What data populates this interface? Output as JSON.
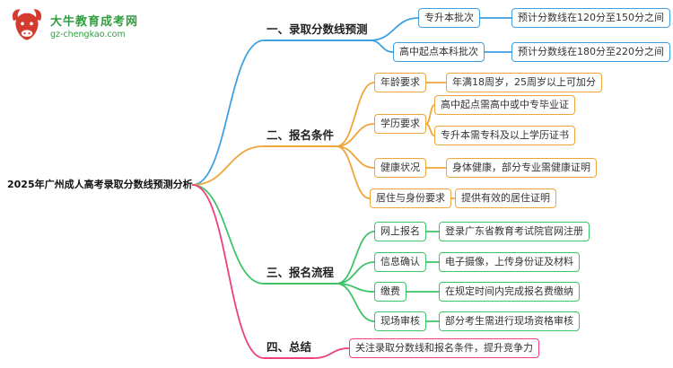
{
  "logo": {
    "site_name": "大牛教育成考网",
    "site_url": "gz-chengkao.com",
    "brand_color": "#d23b2e",
    "text_color": "#2f9e3e"
  },
  "root": {
    "label": "2025年广州成人高考录取分数线预测分析"
  },
  "branches": [
    {
      "label": "一、录取分数线预测",
      "color": "#3f9fe0",
      "children": [
        {
          "label": "专升本批次",
          "details": [
            "预计分数线在120分至150分之间"
          ]
        },
        {
          "label": "高中起点本科批次",
          "details": [
            "预计分数线在180分至220分之间"
          ]
        }
      ]
    },
    {
      "label": "二、报名条件",
      "color": "#efa53a",
      "children": [
        {
          "label": "年龄要求",
          "details": [
            "年满18周岁，25周岁以上可加分"
          ]
        },
        {
          "label": "学历要求",
          "details": [
            "高中起点需高中或中专毕业证",
            "专升本需专科及以上学历证书"
          ]
        },
        {
          "label": "健康状况",
          "details": [
            "身体健康，部分专业需健康证明"
          ]
        },
        {
          "label": "居住与身份要求",
          "details": [
            "提供有效的居住证明"
          ]
        }
      ]
    },
    {
      "label": "三、报名流程",
      "color": "#3ec468",
      "children": [
        {
          "label": "网上报名",
          "details": [
            "登录广东省教育考试院官网注册"
          ]
        },
        {
          "label": "信息确认",
          "details": [
            "电子摄像，上传身份证及材料"
          ]
        },
        {
          "label": "缴费",
          "details": [
            "在规定时间内完成报名费缴纳"
          ]
        },
        {
          "label": "现场审核",
          "details": [
            "部分考生需进行现场资格审核"
          ]
        }
      ]
    },
    {
      "label": "四、总结",
      "color": "#ef3f7f",
      "children": [
        {
          "label": "关注录取分数线和报名条件，提升竞争力",
          "details": []
        }
      ]
    }
  ]
}
